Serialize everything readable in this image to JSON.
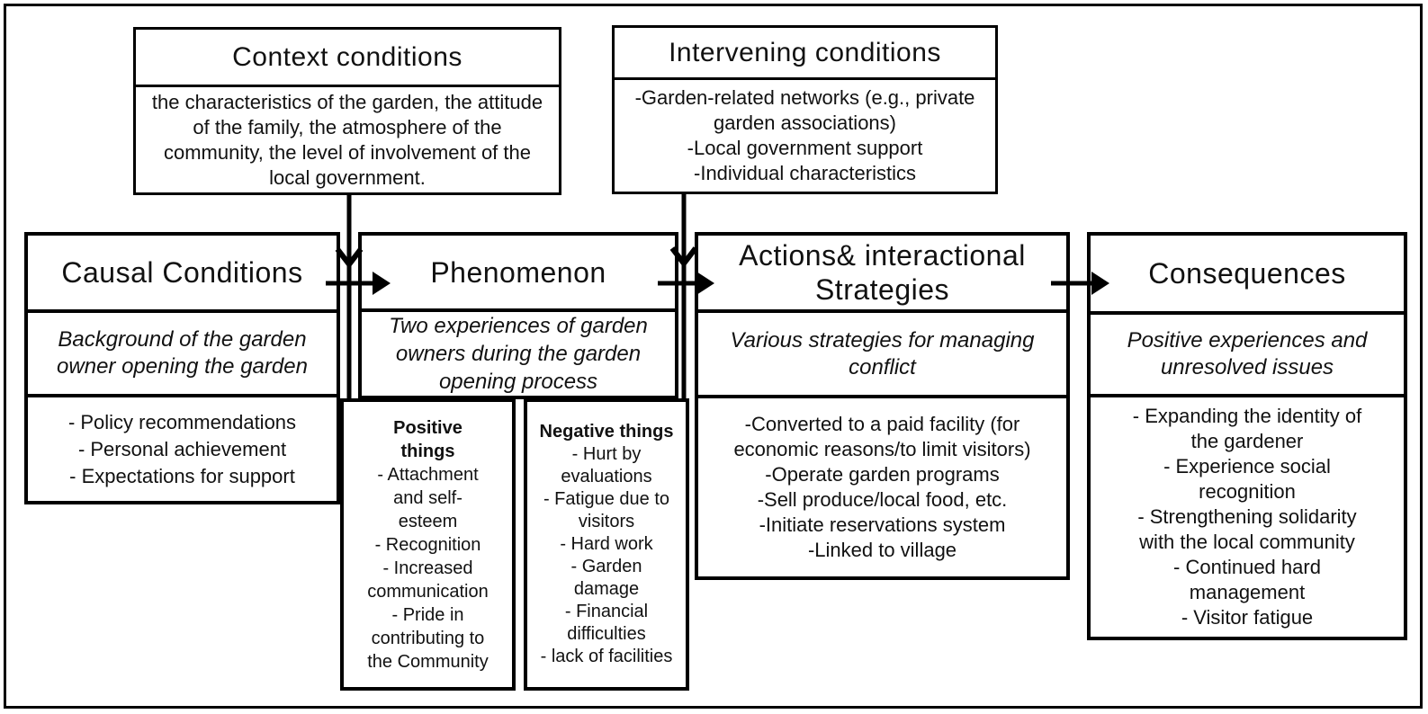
{
  "diagram": {
    "context": {
      "title": "Context conditions",
      "body": "the characteristics of the garden, the attitude of the family, the atmosphere of the community, the level of involvement of the local government."
    },
    "intervening": {
      "title": "Intervening conditions",
      "items": [
        "-Garden-related networks (e.g., private garden associations)",
        "-Local government support",
        "-Individual characteristics"
      ]
    },
    "causal": {
      "title": "Causal Conditions",
      "subtitle": "Background of the garden owner opening the garden",
      "items": [
        "- Policy recommendations",
        "- Personal achievement",
        "- Expectations for support"
      ]
    },
    "phenomenon": {
      "title": "Phenomenon",
      "subtitle": "Two experiences of garden owners during the garden opening process",
      "positive": {
        "header": "Positive things",
        "items": [
          "- Attachment and self-esteem",
          "- Recognition",
          "- Increased communication",
          "- Pride in contributing to the Community"
        ]
      },
      "negative": {
        "header": "Negative things",
        "items": [
          "- Hurt by evaluations",
          "- Fatigue due to visitors",
          "- Hard work",
          "- Garden damage",
          "- Financial difficulties",
          "- lack of facilities"
        ]
      }
    },
    "actions": {
      "title": "Actions& interactional Strategies",
      "subtitle": "Various strategies for managing conflict",
      "items": [
        "-Converted to a paid facility (for economic reasons/to limit visitors)",
        "-Operate garden programs",
        "-Sell produce/local food, etc.",
        "-Initiate reservations system",
        "-Linked to village"
      ]
    },
    "consequences": {
      "title": "Consequences",
      "subtitle": "Positive experiences and unresolved issues",
      "items": [
        "- Expanding the identity of the gardener",
        "- Experience social recognition",
        "- Strengthening solidarity with the local community",
        "- Continued hard management",
        "- Visitor fatigue"
      ]
    },
    "colors": {
      "border": "#000000",
      "background": "#ffffff",
      "text": "#111111"
    }
  }
}
